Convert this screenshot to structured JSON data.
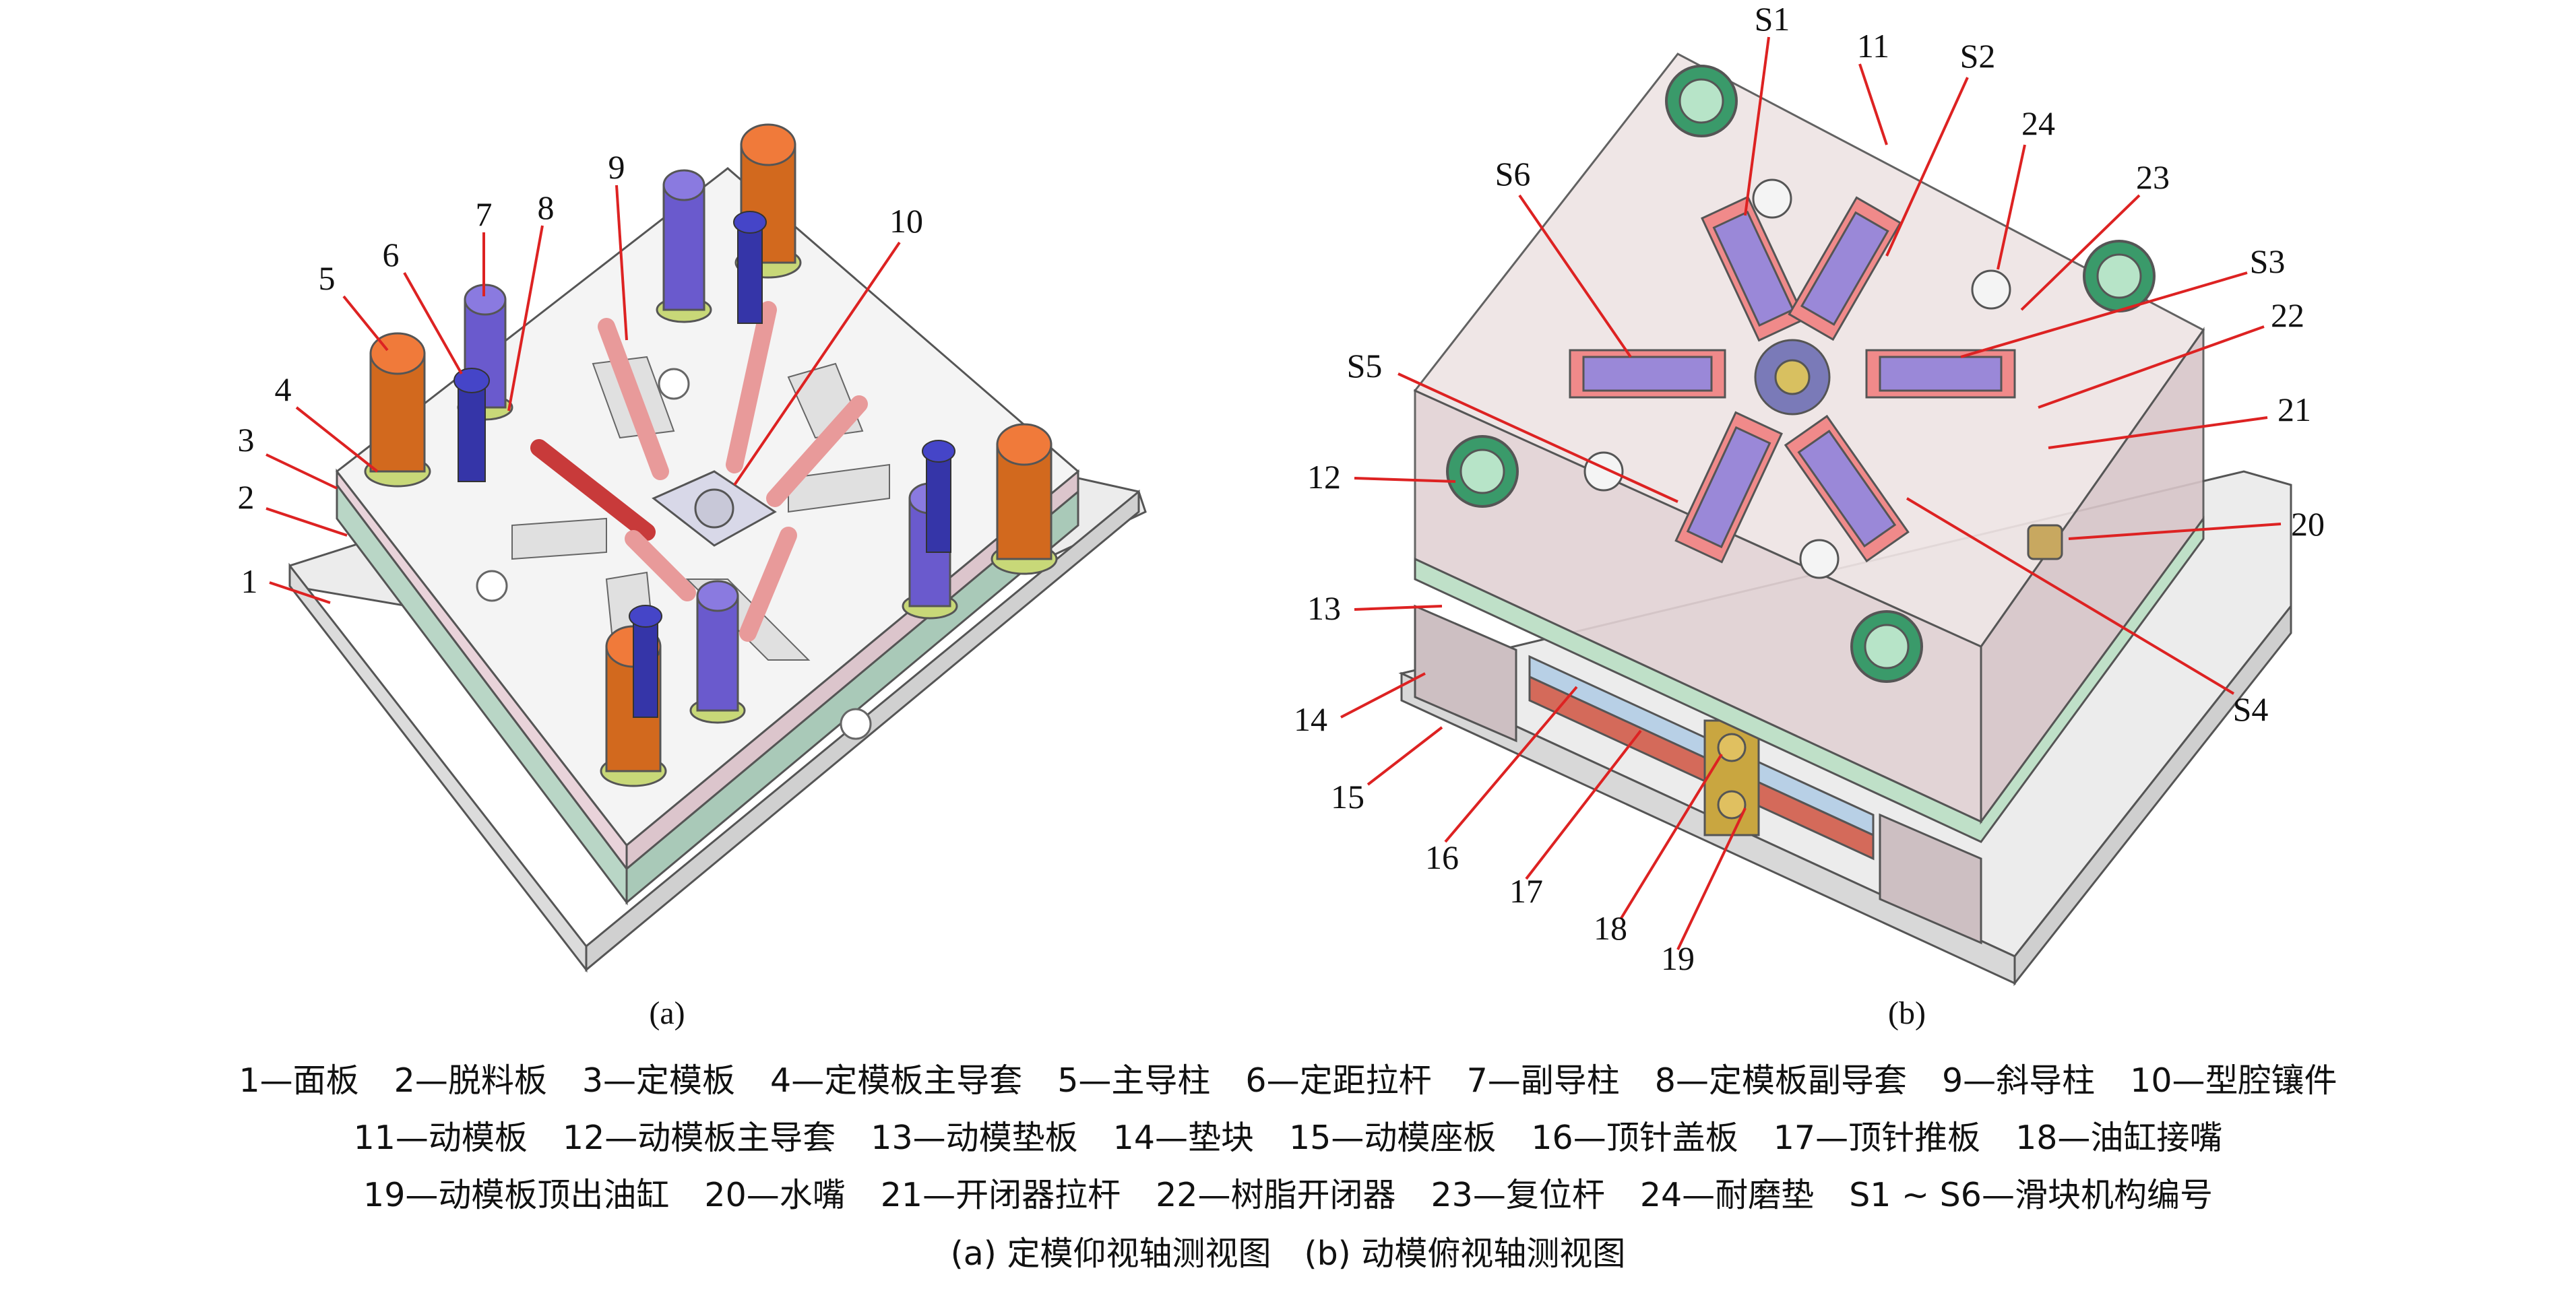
{
  "panel_a": {
    "caption": "(a)",
    "callouts": [
      "1",
      "2",
      "3",
      "4",
      "5",
      "6",
      "7",
      "8",
      "9",
      "10"
    ]
  },
  "panel_b": {
    "caption": "(b)",
    "callouts": [
      "S1",
      "11",
      "S2",
      "24",
      "S6",
      "23",
      "S3",
      "22",
      "S5",
      "21",
      "12",
      "20",
      "13",
      "S4",
      "14",
      "15",
      "16",
      "17",
      "18",
      "19"
    ]
  },
  "legend": {
    "row1": [
      "1—面板",
      "2—脱料板",
      "3—定模板",
      "4—定模板主导套",
      "5—主导柱",
      "6—定距拉杆",
      "7—副导柱",
      "8—定模板副导套",
      "9—斜导柱",
      "10—型腔镶件"
    ],
    "row2": [
      "11—动模板",
      "12—动模板主导套",
      "13—动模垫板",
      "14—垫块",
      "15—动模座板",
      "16—顶针盖板",
      "17—顶针推板",
      "18—油缸接嘴"
    ],
    "row3": [
      "19—动模板顶出油缸",
      "20—水嘴",
      "21—开闭器拉杆",
      "22—树脂开闭器",
      "23—复位杆",
      "24—耐磨垫",
      "S1 ~ S6—滑块机构编号"
    ]
  },
  "figure_caption": "(a) 定模仰视轴测视图　(b) 动模俯视轴测视图",
  "colors": {
    "leader": "#d22222",
    "guide_pillar": "#d2691e",
    "aux_pillar": "#6a5acd",
    "stop_rod": "#3535a8",
    "angle_pin": "#e89a9a",
    "plate_pink": "#f0d8dd",
    "plate_green": "#bfe0c8",
    "slider_pink": "#f08a8a",
    "slider_purple": "#9a88d8"
  }
}
